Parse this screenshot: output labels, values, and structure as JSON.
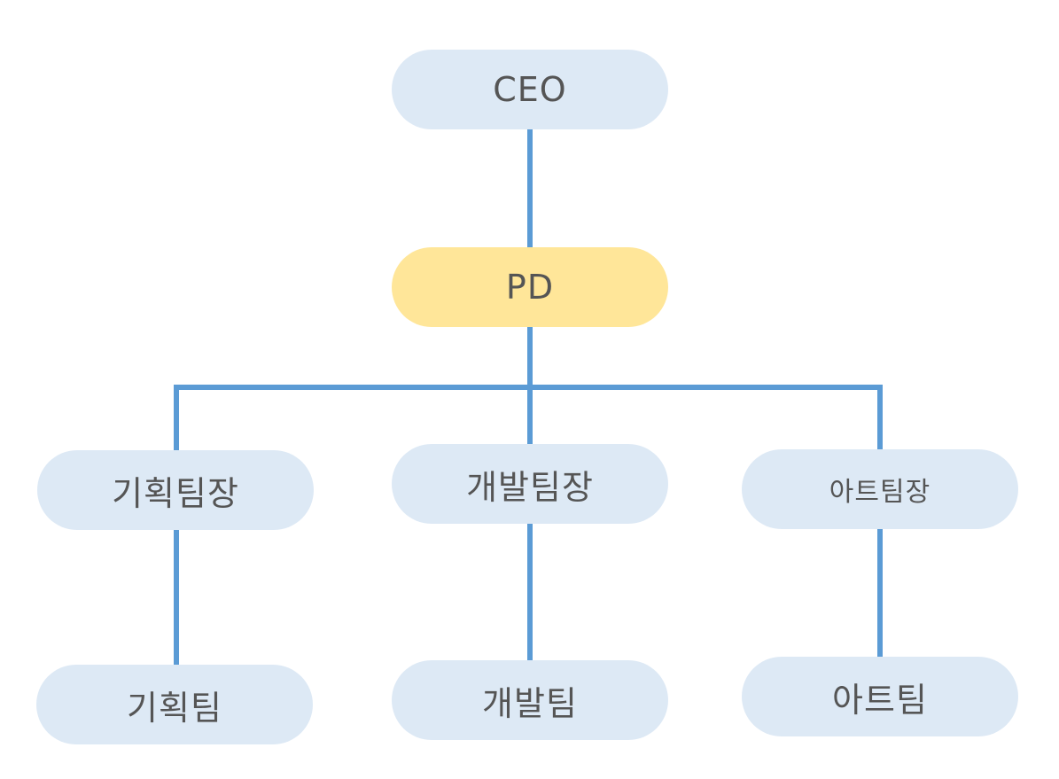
{
  "org_chart": {
    "nodes": {
      "ceo": {
        "label": "CEO"
      },
      "pd": {
        "label": "PD",
        "highlight_color": "#ffe699"
      },
      "planning_lead": {
        "label": "기획팀장"
      },
      "dev_lead": {
        "label": "개발팀장"
      },
      "art_lead": {
        "label": "아트팀장"
      },
      "planning_team": {
        "label": "기획팀"
      },
      "dev_team": {
        "label": "개발팀"
      },
      "art_team": {
        "label": "아트팀"
      }
    },
    "colors": {
      "node_fill": "#dde9f5",
      "highlight_fill": "#ffe699",
      "connector": "#5b9bd5",
      "text": "#555555"
    },
    "edges": [
      [
        "ceo",
        "pd"
      ],
      [
        "pd",
        "planning_lead"
      ],
      [
        "pd",
        "dev_lead"
      ],
      [
        "pd",
        "art_lead"
      ],
      [
        "planning_lead",
        "planning_team"
      ],
      [
        "dev_lead",
        "dev_team"
      ],
      [
        "art_lead",
        "art_team"
      ]
    ]
  }
}
